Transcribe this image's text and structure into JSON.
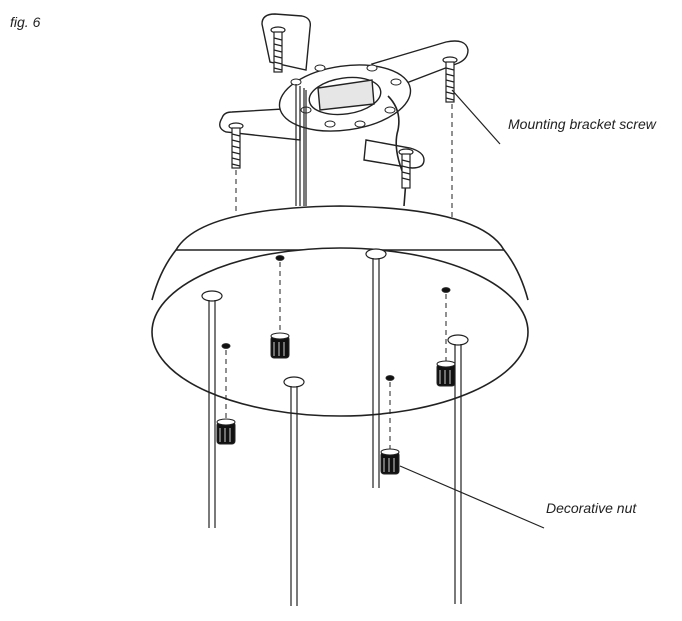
{
  "figure": {
    "label": "fig. 6"
  },
  "callouts": {
    "mounting_bracket_screw": "Mounting bracket screw",
    "decorative_nut": "Decorative nut"
  },
  "colors": {
    "line": "#222222",
    "fill": "#ffffff",
    "dark": "#111111"
  }
}
